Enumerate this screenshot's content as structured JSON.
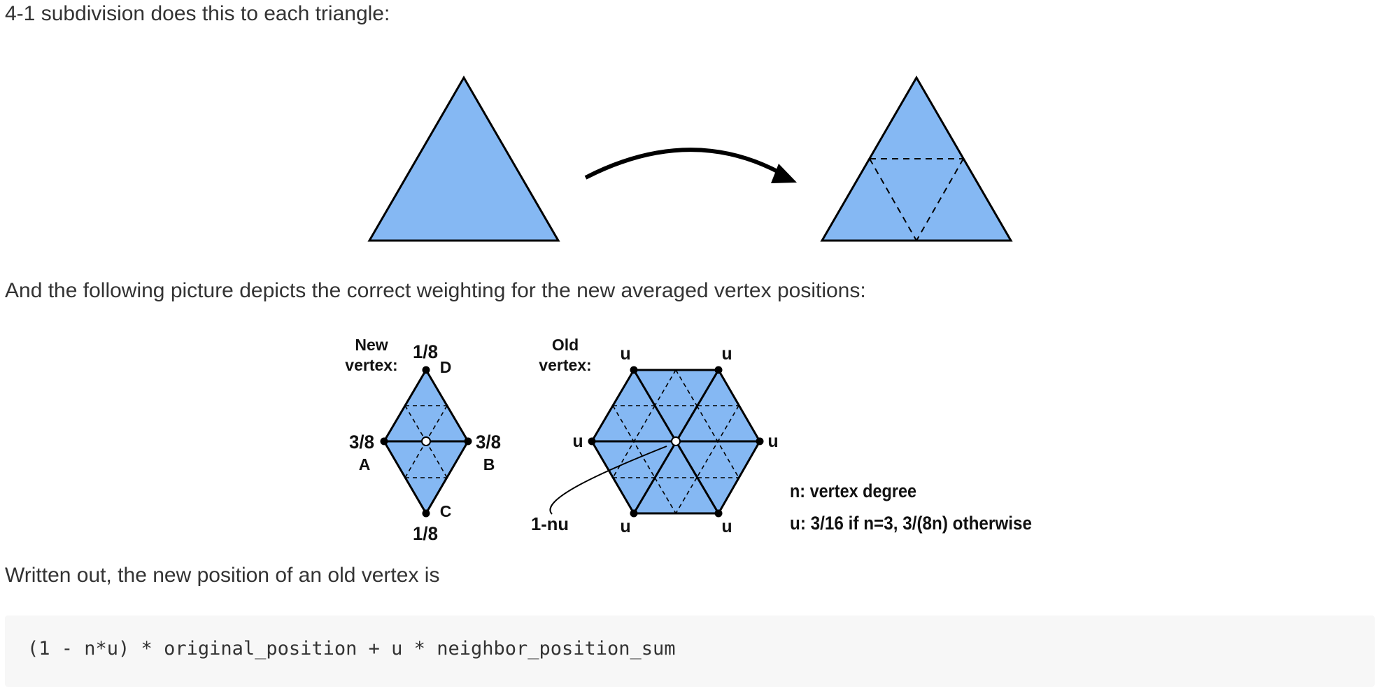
{
  "document": {
    "intro_text": "4-1 subdivision does this to each triangle:",
    "weighting_text": "And the following picture depicts the correct weighting for the new averaged vertex positions:",
    "written_out_text": "Written out, the new position of an old vertex is",
    "code": "(1 - n*u) * original_position + u * neighbor_position_sum"
  },
  "colors": {
    "triangle_fill": "#85b8f3",
    "stroke": "#000000",
    "text": "#333333",
    "code_background": "#f7f7f7"
  },
  "new_vertex_diagram": {
    "title_line1": "New",
    "title_line2": "vertex:",
    "weight_top": "1/8",
    "label_top": "D",
    "weight_left": "3/8",
    "label_left": "A",
    "weight_right": "3/8",
    "label_right": "B",
    "weight_bottom": "1/8",
    "label_bottom": "C"
  },
  "old_vertex_diagram": {
    "title_line1": "Old",
    "title_line2": "vertex:",
    "neighbor_weight": "u",
    "center_weight": "1-nu",
    "legend_degree": "n: vertex degree",
    "legend_u": "u: 3/16 if n=3, 3/(8n) otherwise"
  }
}
